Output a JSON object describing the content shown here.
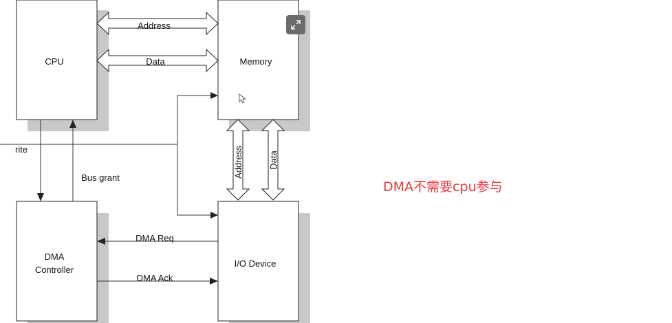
{
  "diagram": {
    "cpu_label": "CPU",
    "memory_label": "Memory",
    "dma_label_line1": "DMA",
    "dma_label_line2": "Controller",
    "io_label": "I/O Device",
    "address_bus_label": "Address",
    "data_bus_label": "Data",
    "vertical_address_label": "Address",
    "vertical_data_label": "Data",
    "bus_grant_label": "Bus grant",
    "write_label": "rite",
    "dma_req_label": "DMA Req",
    "dma_ack_label": "DMA Ack"
  },
  "annotation": {
    "text": "DMA不需要cpu参与",
    "color": "#e8383d"
  },
  "icons": {
    "expand": "expand-icon",
    "cursor": "mouse-cursor-icon"
  }
}
